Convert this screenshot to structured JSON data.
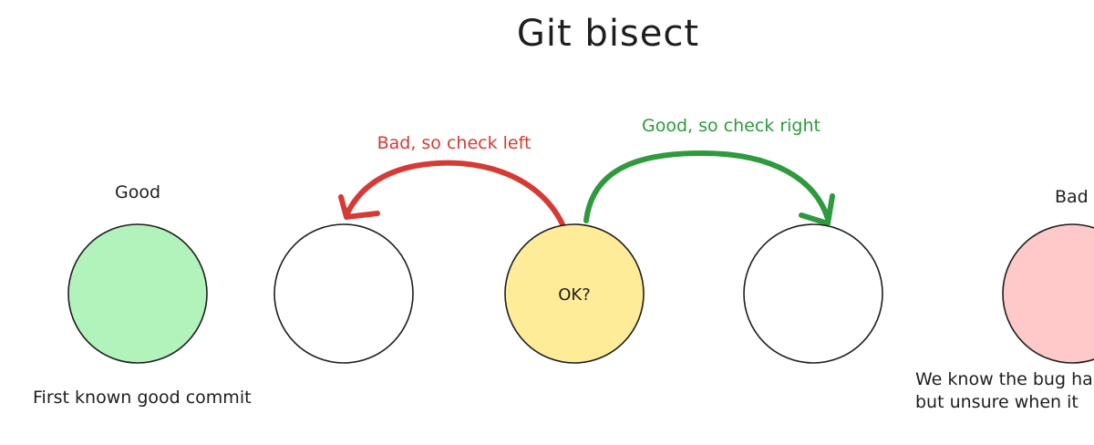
{
  "title": "Git bisect",
  "arrows": {
    "left": {
      "label": "Bad, so check left",
      "color": "#d63a34"
    },
    "right": {
      "label": "Good, so check right",
      "color": "#2f9a3d"
    }
  },
  "nodes": [
    {
      "id": "good",
      "label_above": "Good",
      "inner": "",
      "fill": "#b2f2bb"
    },
    {
      "id": "empty-left",
      "label_above": "",
      "inner": "",
      "fill": "#ffffff"
    },
    {
      "id": "mid",
      "label_above": "",
      "inner": "OK?",
      "fill": "#ffec99"
    },
    {
      "id": "empty-right",
      "label_above": "",
      "inner": "",
      "fill": "#ffffff"
    },
    {
      "id": "bad",
      "label_above": "Bad",
      "inner": "",
      "fill": "#ffc9c9"
    }
  ],
  "notes": {
    "good": "First known good commit",
    "bad_line1": "We know the bug ha",
    "bad_line2": "but unsure when it"
  }
}
